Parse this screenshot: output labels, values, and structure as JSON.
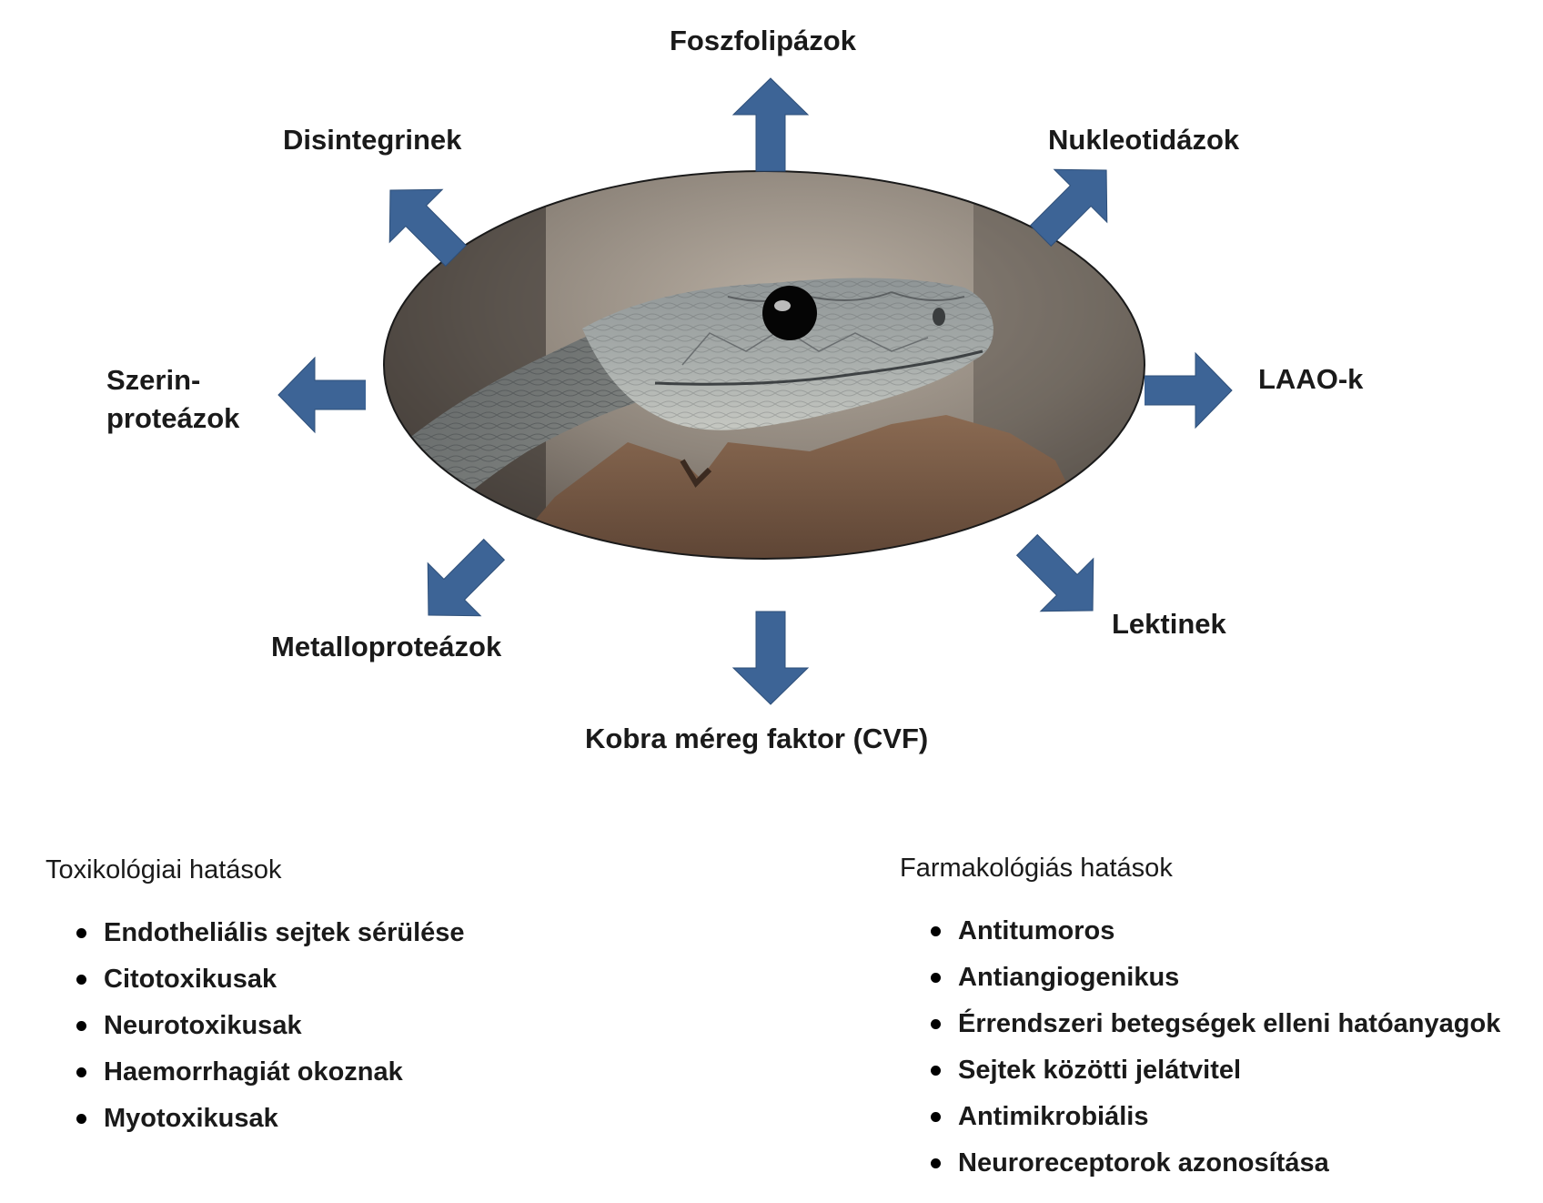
{
  "diagram": {
    "components": [
      {
        "id": "foszfolipazok",
        "text": "Foszfolipázok"
      },
      {
        "id": "nukleotidazok",
        "text": "Nukleotidázok"
      },
      {
        "id": "laao",
        "text": "LAAO-k"
      },
      {
        "id": "lektinek",
        "text": "Lektinek"
      },
      {
        "id": "cvf",
        "text": "Kobra méreg faktor (CVF)"
      },
      {
        "id": "metalloproteazok",
        "text": "Metalloproteázok"
      },
      {
        "id": "szerin",
        "line1": "Szerin-",
        "line2": "proteázok"
      },
      {
        "id": "disintegrinek",
        "text": "Disintegrinek"
      }
    ],
    "arrow_color": "#3d6496",
    "image_subject": "snake-head-photo"
  },
  "toxicological": {
    "title": "Toxikológiai hatások",
    "items": [
      "Endotheliális sejtek sérülése",
      "Citotoxikusak",
      "Neurotoxikusak",
      "Haemorrhagiát okoznak",
      "Myotoxikusak"
    ]
  },
  "pharmacological": {
    "title": "Farmakológiás hatások",
    "items": [
      "Antitumoros",
      "Antiangiogenikus",
      "Érrendszeri betegségek elleni hatóanyagok",
      "Sejtek közötti jelátvitel",
      "Antimikrobiális",
      "Neuroreceptorok azonosítása"
    ]
  }
}
